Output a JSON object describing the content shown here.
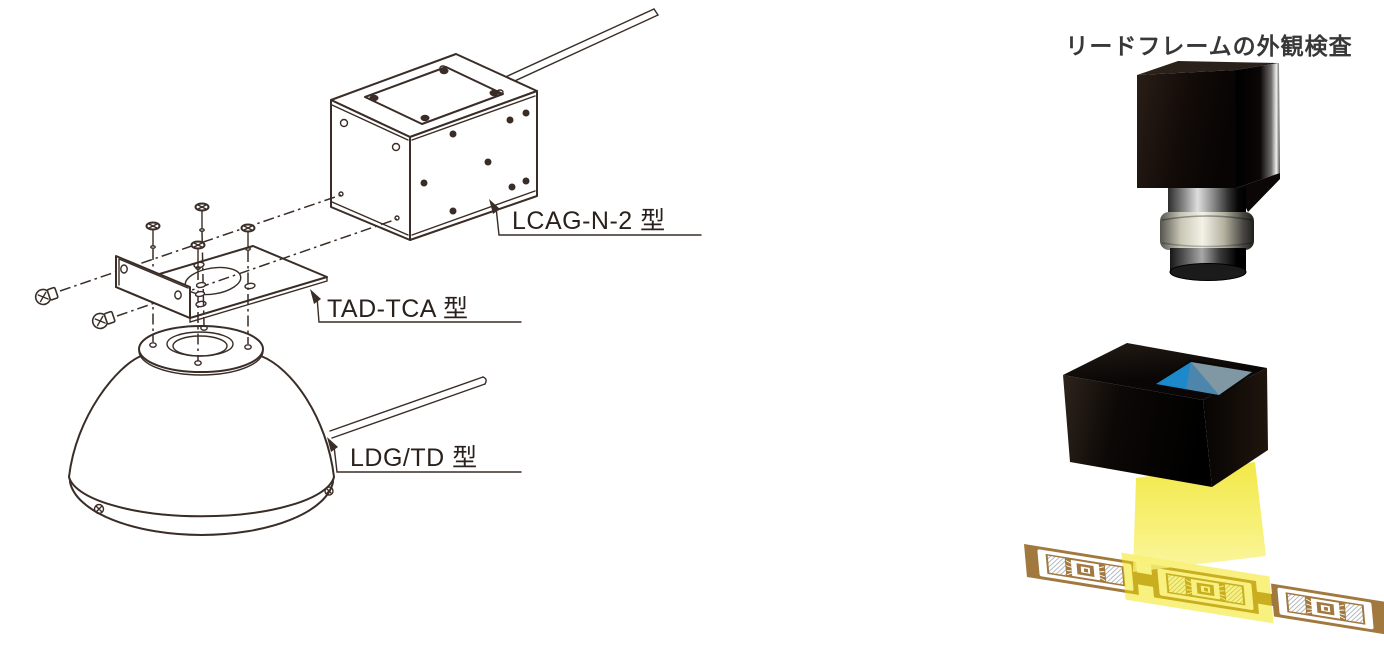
{
  "diagram": {
    "labels": {
      "unit": "LCAG-N-2 型",
      "bracket": "TAD-TCA 型",
      "dome": "LDG/TD 型"
    }
  },
  "illustration": {
    "title": "リードフレームの外観検査"
  },
  "colors": {
    "line": "#3a2d27",
    "label_text": "#2b211c",
    "title_text": "#383838",
    "copper": "#a1783e",
    "beam_yellow": "#f3e84c",
    "pyramid_blue": "#1b89cb",
    "pyramid_gray_blue": "#7f98a4",
    "metal_ring": "#efeee2",
    "camera_black": "#0d0807"
  }
}
